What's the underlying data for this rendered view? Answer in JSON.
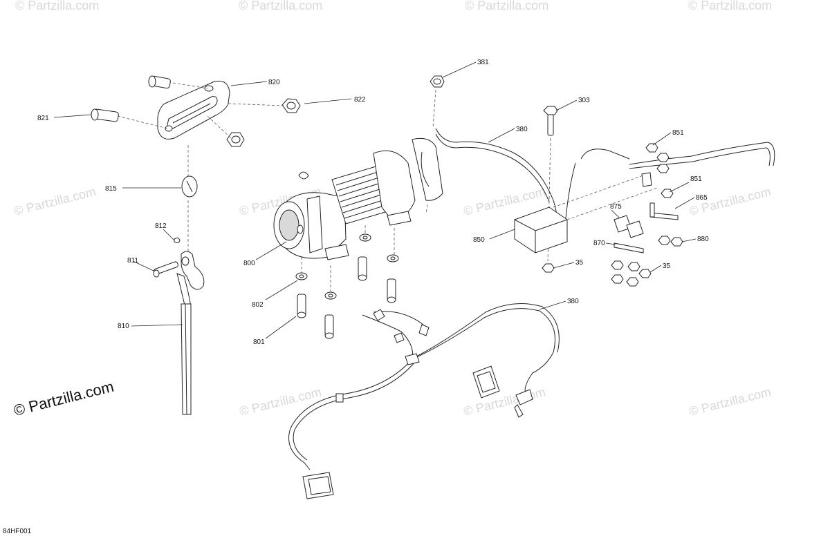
{
  "watermark": {
    "text": "© Partzilla.com",
    "main_text": "© Partzilla.com"
  },
  "figure_code": "84HF001",
  "callouts": {
    "c381": "381",
    "c820": "820",
    "c822": "822",
    "c303": "303",
    "c380a": "380",
    "c851a": "851",
    "c821": "821",
    "c815": "815",
    "c851b": "851",
    "c865": "865",
    "c875": "875",
    "c812": "812",
    "c850": "850",
    "c870": "870",
    "c880": "880",
    "c800": "800",
    "c811": "811",
    "c35a": "35",
    "c35b": "35",
    "c802": "802",
    "c380b": "380",
    "c810": "810",
    "c801": "801"
  }
}
